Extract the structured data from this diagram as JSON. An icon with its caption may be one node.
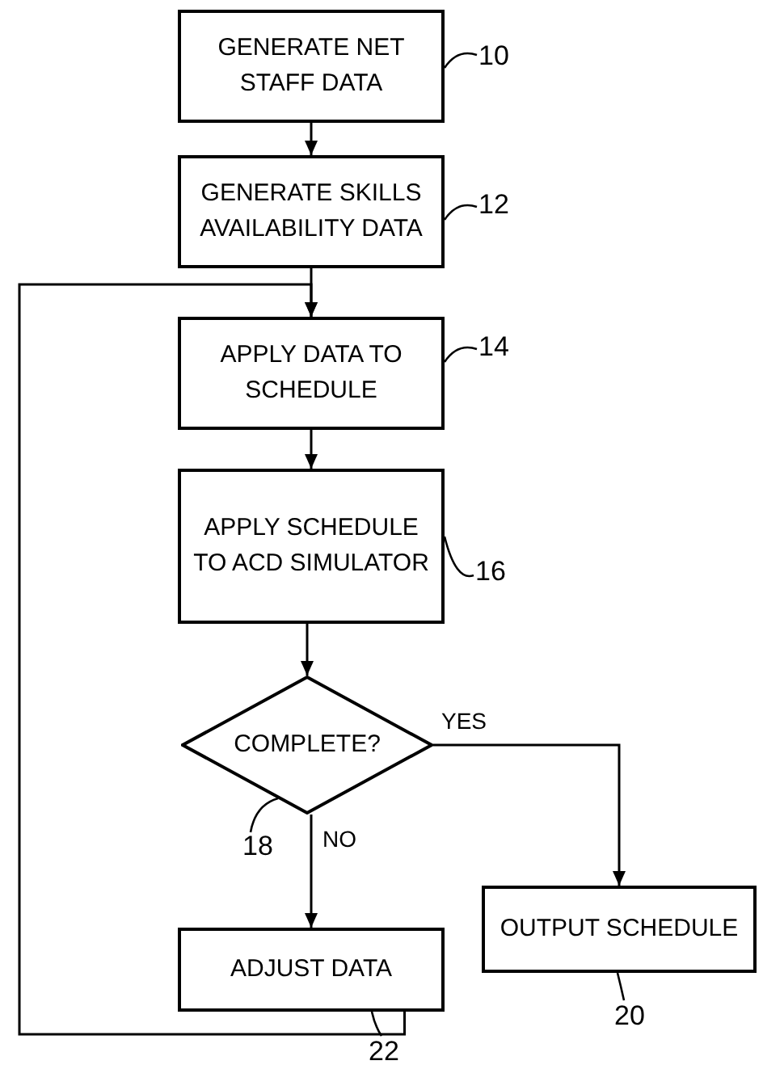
{
  "diagram": {
    "nodes": [
      {
        "text": [
          "GENERATE NET STAFF DATA"
        ]
      },
      {
        "text": [
          "GENERATE SKILLS AVAILABILITY DATA"
        ]
      },
      {
        "text": [
          "APPLY DATA TO SCHEDULE"
        ]
      },
      {
        "text": [
          "APPLY SCHEDULE TO ACD SIMULATOR"
        ]
      },
      {
        "text": [
          "COMPLETE?"
        ]
      },
      {
        "text": [
          "OUTPUT SCHEDULE"
        ]
      },
      {
        "text": [
          "ADJUST DATA"
        ]
      },
      {
        "text": [
          "10"
        ]
      },
      {
        "text": [
          "12"
        ]
      },
      {
        "text": [
          "14"
        ]
      },
      {
        "text": [
          "16"
        ]
      },
      {
        "text": [
          "18"
        ]
      },
      {
        "text": [
          "20"
        ]
      },
      {
        "text": [
          "22"
        ]
      }
    ],
    "edges": [
      {
        "from": 0,
        "to": 1,
        "arrow": "to"
      },
      {
        "from": 1,
        "to": 2,
        "arrow": "to"
      },
      {
        "from": 2,
        "to": 3,
        "arrow": "to"
      },
      {
        "from": 3,
        "to": 4,
        "arrow": "to"
      },
      {
        "from": 4,
        "to": 5,
        "arrow": "to",
        "label": "YES"
      },
      {
        "from": 4,
        "to": 6,
        "arrow": "to",
        "label": "NO"
      },
      {
        "from": 6,
        "to": 2,
        "arrow": "to"
      },
      {
        "from": 7,
        "to": 0,
        "arrow": "none"
      },
      {
        "from": 8,
        "to": 1,
        "arrow": "none"
      },
      {
        "from": 9,
        "to": 2,
        "arrow": "none"
      },
      {
        "from": 10,
        "to": 3,
        "arrow": "none"
      },
      {
        "from": 11,
        "to": 4,
        "arrow": "none"
      },
      {
        "from": 12,
        "to": 5,
        "arrow": "none"
      },
      {
        "from": 13,
        "to": 6,
        "arrow": "none"
      }
    ]
  }
}
